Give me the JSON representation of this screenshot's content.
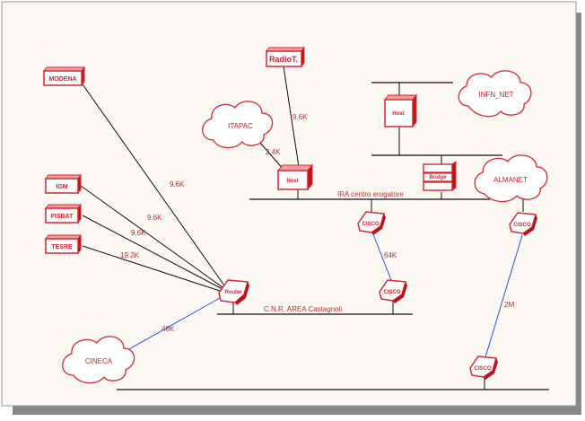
{
  "colors": {
    "red": "#d9262f",
    "blue": "#2b4fd8",
    "line": "#111111",
    "paper": "#fbf8f4"
  },
  "sites": {
    "modena": "MODENA",
    "igm": "IGM",
    "fisbat": "FISBAT",
    "tesre": "TESRE",
    "radiot": "RadioT."
  },
  "clouds": {
    "itapac": "ITAPAC",
    "infn": "INFN_NET",
    "almanet": "ALMANET",
    "cineca": "CINECA"
  },
  "devices": {
    "host1": "Host",
    "host2": "Host",
    "bridge": "Bridge",
    "router": "Router",
    "cisco": "CISCO"
  },
  "networks": {
    "ira": "IRA centro erogatore",
    "cnr": "C.N.R. AREA Castagnoli"
  },
  "speeds": {
    "radiot": "9.6K",
    "itapac": "2.4K",
    "modena": "9.6K",
    "igm": "9.6K",
    "fisbat": "9.6K",
    "tesre": "19.2K",
    "cineca": "48K",
    "cisco_link": "64K",
    "almanet_link": "2M"
  }
}
